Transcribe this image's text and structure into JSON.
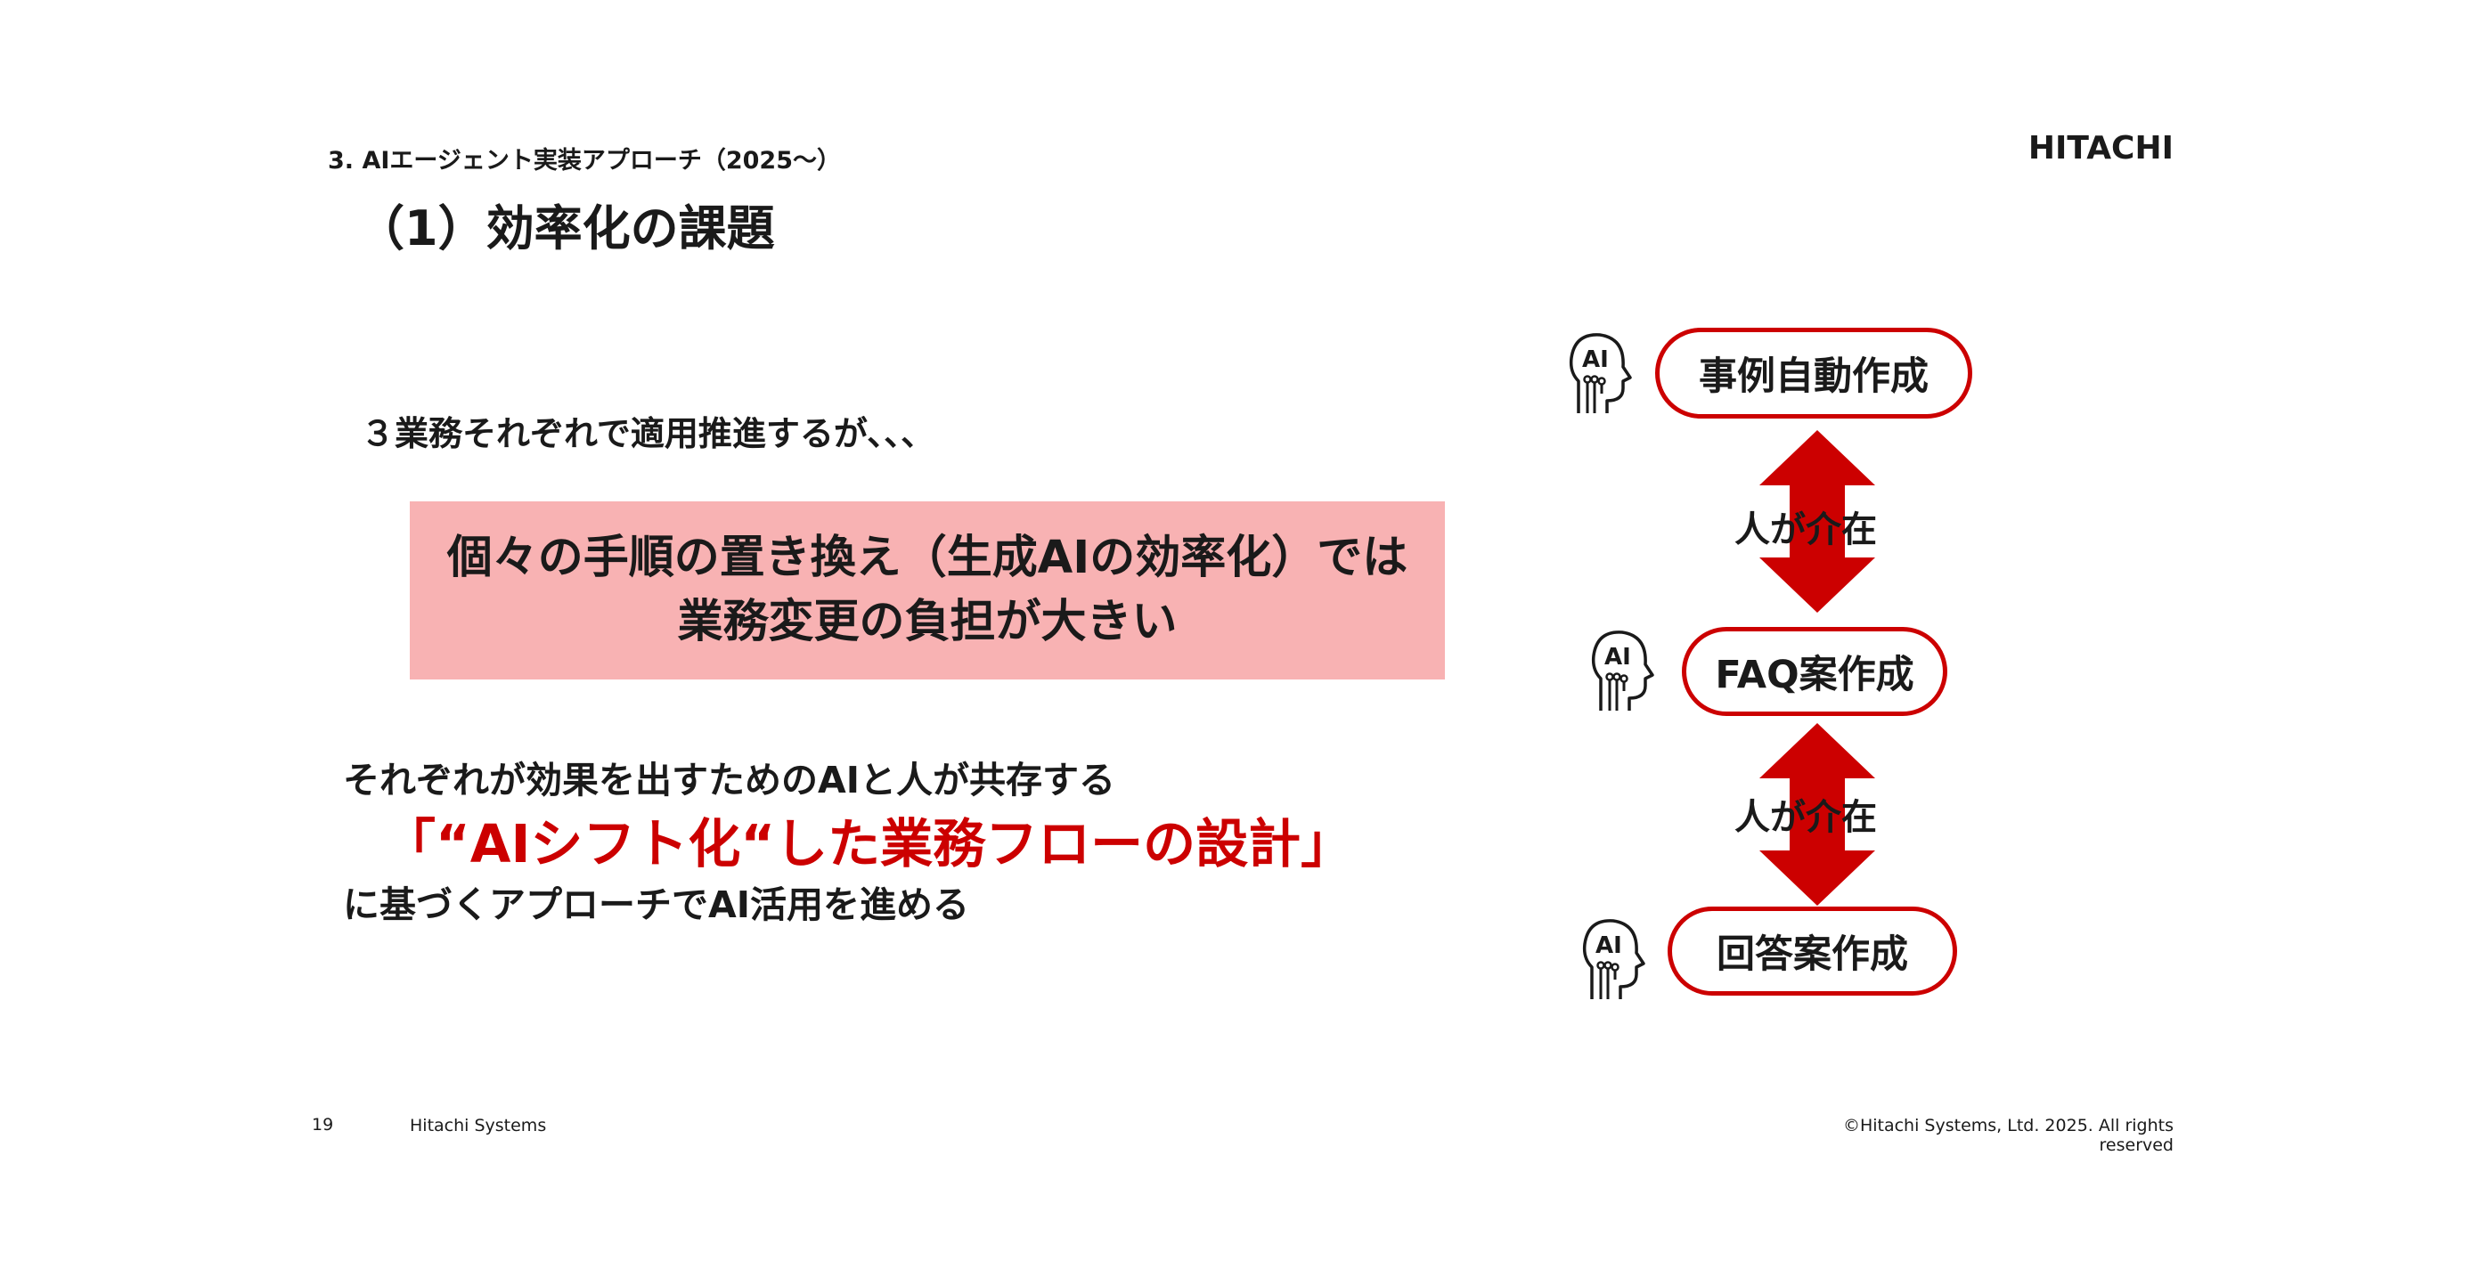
{
  "header": {
    "section_label": "3. AIエージェント実装アプローチ（2025～）",
    "logo_text": "HITACHI",
    "page_title": "（1）効率化の課題"
  },
  "body": {
    "intro": "３業務それぞれで適用推進するが、、、",
    "problem_box": {
      "line1": "個々の手順の置き換え（生成AIの効率化）では",
      "line2": "業務変更の負担が大きい",
      "background_color": "#f8b2b3"
    },
    "coexist_line": "それぞれが効果を出すためのAIと人が共存する",
    "shift_line": "「“AIシフト化“した業務フローの設計」",
    "approach_line": "に基づくアプローチでAI活用を進める",
    "accent_color": "#cc0000"
  },
  "flow": {
    "ai_icon_label": "AI",
    "steps": [
      "事例自動作成",
      "FAQ案作成",
      "回答案作成"
    ],
    "connector_label": "人が介在",
    "icons": [
      "ai-head-icon",
      "double-arrow-icon"
    ]
  },
  "footer": {
    "page_number": "19",
    "company": "Hitachi Systems",
    "copyright": "©Hitachi Systems, Ltd. 2025. All rights reserved"
  }
}
